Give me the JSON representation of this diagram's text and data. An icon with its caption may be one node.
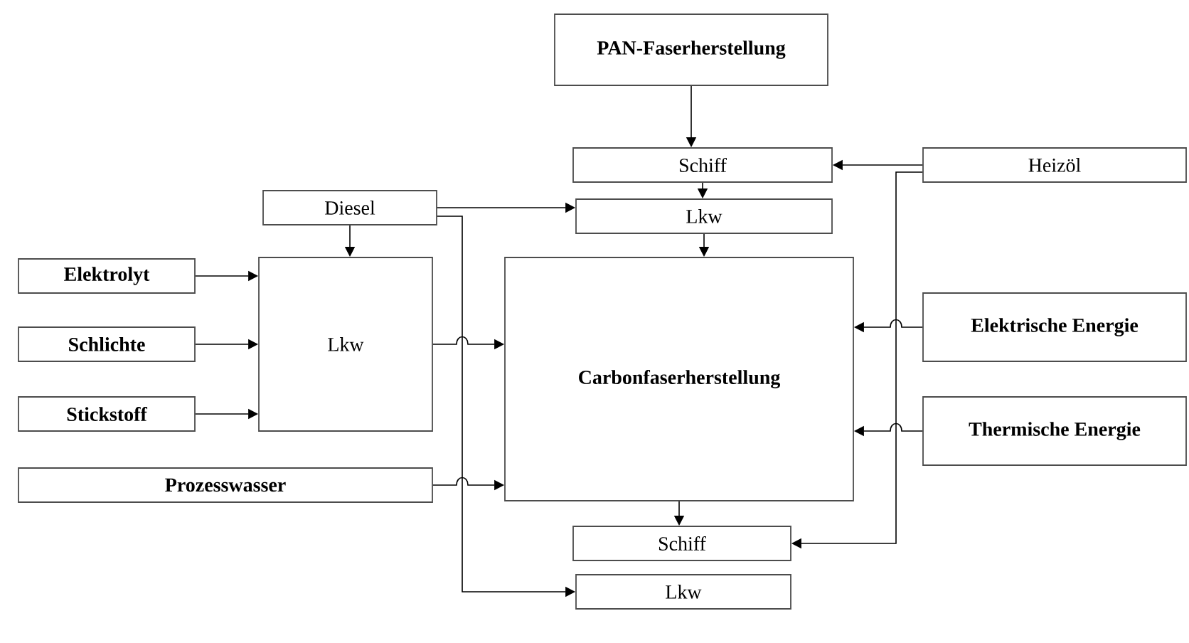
{
  "diagram": {
    "nodes": [
      {
        "text": [
          "PAN-Faserherstellung"
        ]
      },
      {
        "text": [
          "Schiff"
        ]
      },
      {
        "text": [
          "Heizöl"
        ]
      },
      {
        "text": [
          "Diesel"
        ]
      },
      {
        "text": [
          "Lkw"
        ]
      },
      {
        "text": [
          "Elektrolyt"
        ]
      },
      {
        "text": [
          "Lkw"
        ]
      },
      {
        "text": [
          "Carbonfaserherstellung"
        ]
      },
      {
        "text": [
          "Schlichte"
        ]
      },
      {
        "text": [
          "Elektrische Energie"
        ]
      },
      {
        "text": [
          "Stickstoff"
        ]
      },
      {
        "text": [
          "Thermische Energie"
        ]
      },
      {
        "text": [
          "Prozesswasser"
        ]
      },
      {
        "text": [
          "Schiff"
        ]
      },
      {
        "text": [
          "Lkw"
        ]
      }
    ],
    "edges": [
      {
        "from": 0,
        "to": 1,
        "arrow": "to"
      },
      {
        "from": 2,
        "to": 1,
        "arrow": "to"
      },
      {
        "from": 1,
        "to": 4,
        "arrow": "to"
      },
      {
        "from": 3,
        "to": 4,
        "arrow": "to"
      },
      {
        "from": 3,
        "to": 6,
        "arrow": "to"
      },
      {
        "from": 4,
        "to": 7,
        "arrow": "to"
      },
      {
        "from": 5,
        "to": 6,
        "arrow": "to"
      },
      {
        "from": 8,
        "to": 6,
        "arrow": "to"
      },
      {
        "from": 10,
        "to": 6,
        "arrow": "to"
      },
      {
        "from": 6,
        "to": 7,
        "arrow": "to"
      },
      {
        "from": 12,
        "to": 7,
        "arrow": "to"
      },
      {
        "from": 9,
        "to": 7,
        "arrow": "to"
      },
      {
        "from": 11,
        "to": 7,
        "arrow": "to"
      },
      {
        "from": 7,
        "to": 13,
        "arrow": "to"
      },
      {
        "from": 2,
        "to": 13,
        "arrow": "to"
      },
      {
        "from": 3,
        "to": 14,
        "arrow": "to"
      }
    ]
  }
}
